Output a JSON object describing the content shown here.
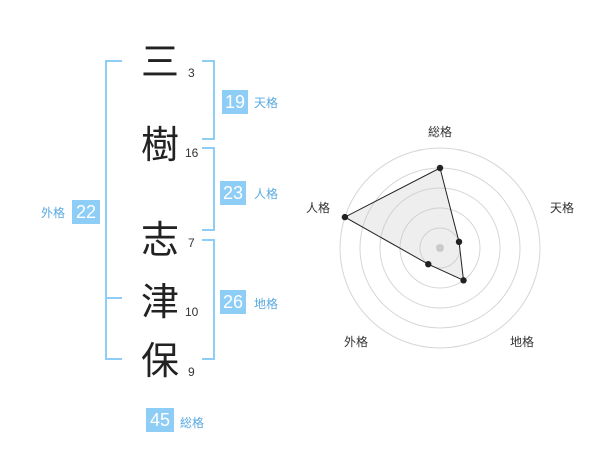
{
  "theme": {
    "accent": "#8ecdf5",
    "label_color": "#5aa9e0",
    "bracket_color": "#8ecdf5"
  },
  "name": {
    "characters": [
      {
        "char": "三",
        "strokes": "3"
      },
      {
        "char": "樹",
        "strokes": "16"
      },
      {
        "char": "志",
        "strokes": "7"
      },
      {
        "char": "津",
        "strokes": "10"
      },
      {
        "char": "保",
        "strokes": "9"
      }
    ]
  },
  "fortunes": {
    "tenkaku": {
      "value": "19",
      "label": "天格"
    },
    "jinkaku": {
      "value": "23",
      "label": "人格"
    },
    "chikaku": {
      "value": "26",
      "label": "地格"
    },
    "gaikaku": {
      "value": "22",
      "label": "外格"
    },
    "soukaku": {
      "value": "45",
      "label": "総格"
    }
  },
  "chart_data": {
    "type": "radar",
    "axes": [
      "総格",
      "天格",
      "地格",
      "外格",
      "人格"
    ],
    "values": [
      4,
      1,
      2,
      1,
      5
    ],
    "max": 5,
    "rings": 5
  }
}
